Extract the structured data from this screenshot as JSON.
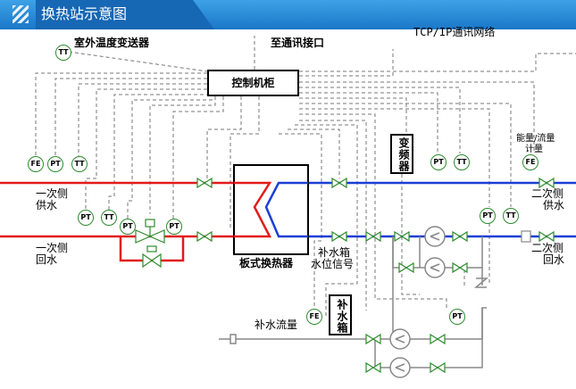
{
  "header": {
    "title": "换热站示意图"
  },
  "labels": {
    "outdoor_sensor": "室外温度变送器",
    "comm_port": "至通讯接口",
    "network": "TCP/IP通讯网络",
    "controller": "控制机柜",
    "vfd": "变频器",
    "meter_line1": "能量/流量",
    "meter_line2": "计量",
    "primary_supply_line1": "一次侧",
    "primary_supply_line2": "供水",
    "primary_return_line1": "一次侧",
    "primary_return_line2": "回水",
    "secondary_supply_line1": "二次侧",
    "secondary_supply_line2": "供水",
    "secondary_return_line1": "二次侧",
    "secondary_return_line2": "回水",
    "exchanger": "板式换热器",
    "tank_signal_line1": "补水箱",
    "tank_signal_line2": "水位信号",
    "makeup_tank": "补水箱",
    "makeup_flow": "补水流量"
  },
  "instruments": {
    "tt": "TT",
    "fe": "FE",
    "pt": "PT"
  },
  "colors": {
    "primary": "#e31b1b",
    "secondary": "#1a3fd6",
    "valve": "#2e8b2e",
    "signal": "#777777",
    "header": "#1a77c8"
  }
}
